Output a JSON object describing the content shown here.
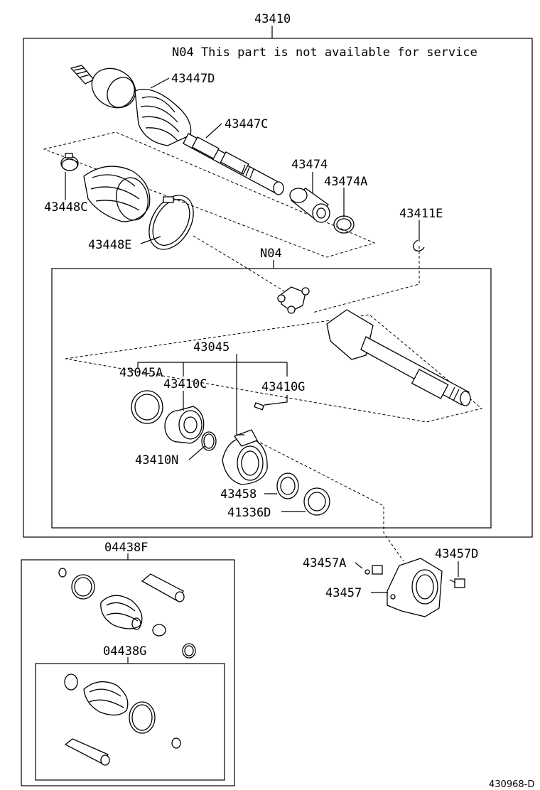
{
  "note": "N04 This part is not available for service",
  "reference": "430968-D",
  "labels": {
    "p43410": "43410",
    "p43447D": "43447D",
    "p43447C": "43447C",
    "p43474": "43474",
    "p43474A": "43474A",
    "p43448C": "43448C",
    "p43448E": "43448E",
    "p43411E": "43411E",
    "n04": "N04",
    "p43045": "43045",
    "p43045A": "43045A",
    "p43410C": "43410C",
    "p43410G": "43410G",
    "p43410N": "43410N",
    "p43458": "43458",
    "p41336D": "41336D",
    "p04438F": "04438F",
    "p04438G": "04438G",
    "p43457A": "43457A",
    "p43457D": "43457D",
    "p43457": "43457"
  }
}
